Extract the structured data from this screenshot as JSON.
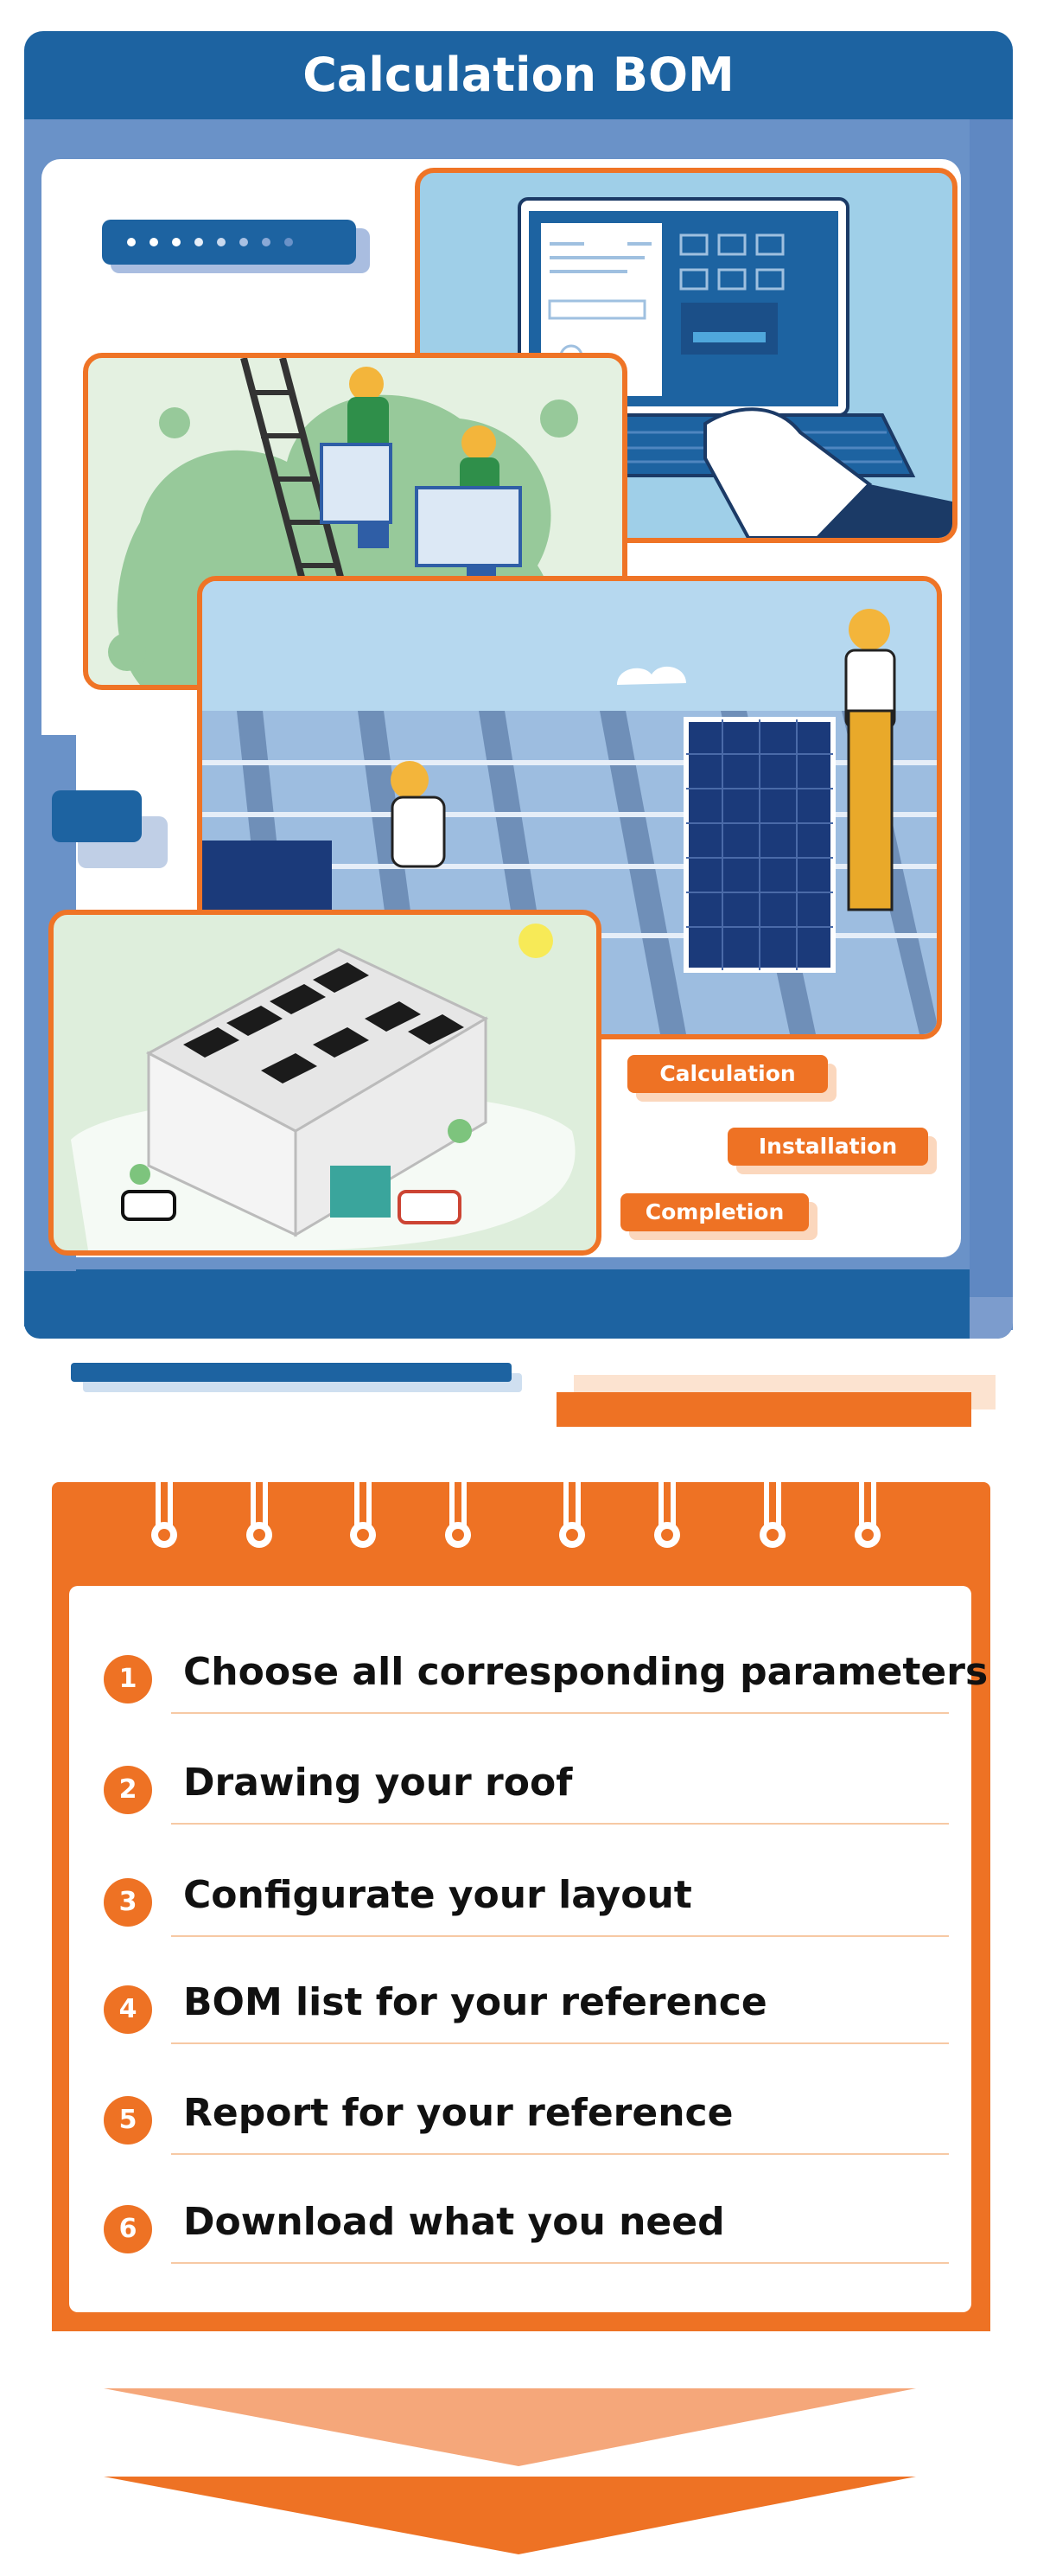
{
  "header": {
    "title": "Calculation BOM"
  },
  "process_tags": {
    "calculation": "Calculation",
    "installation": "Installation",
    "completion": "Completion"
  },
  "steps": [
    {
      "num": "1",
      "label": "Choose all corresponding parameters"
    },
    {
      "num": "2",
      "label": "Drawing your roof"
    },
    {
      "num": "3",
      "label": "Configurate your layout"
    },
    {
      "num": "4",
      "label": "BOM list for your reference"
    },
    {
      "num": "5",
      "label": "Report for your reference"
    },
    {
      "num": "6",
      "label": "Download what you need"
    }
  ],
  "colors": {
    "primary_blue": "#1d63a1",
    "light_blue": "#6a92c8",
    "accent_orange": "#ee7224",
    "light_orange": "#fbd7bd"
  }
}
